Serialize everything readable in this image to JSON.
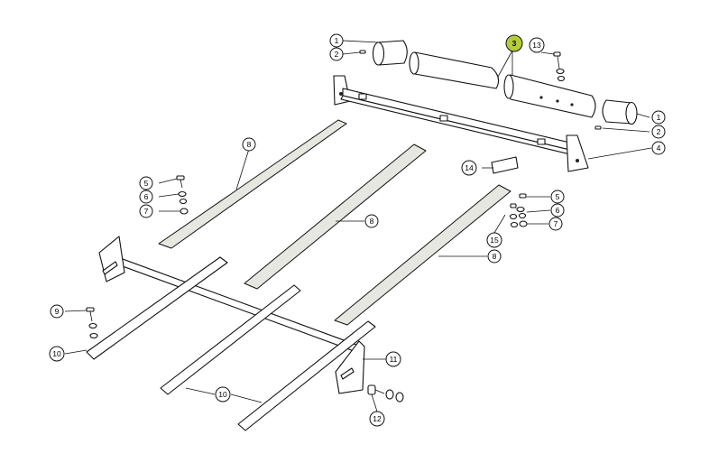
{
  "diagram": {
    "highlight_color": "#b5cc3a",
    "callouts": [
      {
        "id": "c1a",
        "label": "1"
      },
      {
        "id": "c1b",
        "label": "1"
      },
      {
        "id": "c2a",
        "label": "2"
      },
      {
        "id": "c2b",
        "label": "2"
      },
      {
        "id": "c3",
        "label": "3",
        "highlighted": true
      },
      {
        "id": "c4",
        "label": "4"
      },
      {
        "id": "c5a",
        "label": "5"
      },
      {
        "id": "c5b",
        "label": "5"
      },
      {
        "id": "c6a",
        "label": "6"
      },
      {
        "id": "c6b",
        "label": "6"
      },
      {
        "id": "c7a",
        "label": "7"
      },
      {
        "id": "c7b",
        "label": "7"
      },
      {
        "id": "c8a",
        "label": "8"
      },
      {
        "id": "c8b",
        "label": "8"
      },
      {
        "id": "c8c",
        "label": "8"
      },
      {
        "id": "c9",
        "label": "9"
      },
      {
        "id": "c10a",
        "label": "10"
      },
      {
        "id": "c10b",
        "label": "10"
      },
      {
        "id": "c11",
        "label": "11"
      },
      {
        "id": "c12",
        "label": "12"
      },
      {
        "id": "c13",
        "label": "13"
      },
      {
        "id": "c14",
        "label": "14"
      },
      {
        "id": "c15",
        "label": "15"
      }
    ]
  }
}
